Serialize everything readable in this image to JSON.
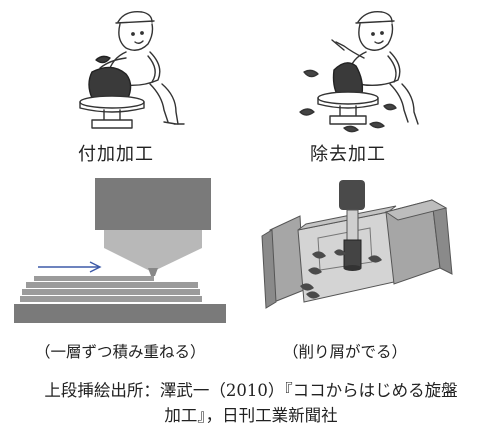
{
  "labels": {
    "additive": "付加加工",
    "subtractive": "除去加工"
  },
  "captions": {
    "additive": "（一層ずつ積み重ねる）",
    "subtractive": "（削り屑がでる）"
  },
  "source": {
    "line1": "上段挿絵出所：澤武一（2010）『ココからはじめる旋盤",
    "line2": "加工』，日刊工業新聞社"
  }
}
